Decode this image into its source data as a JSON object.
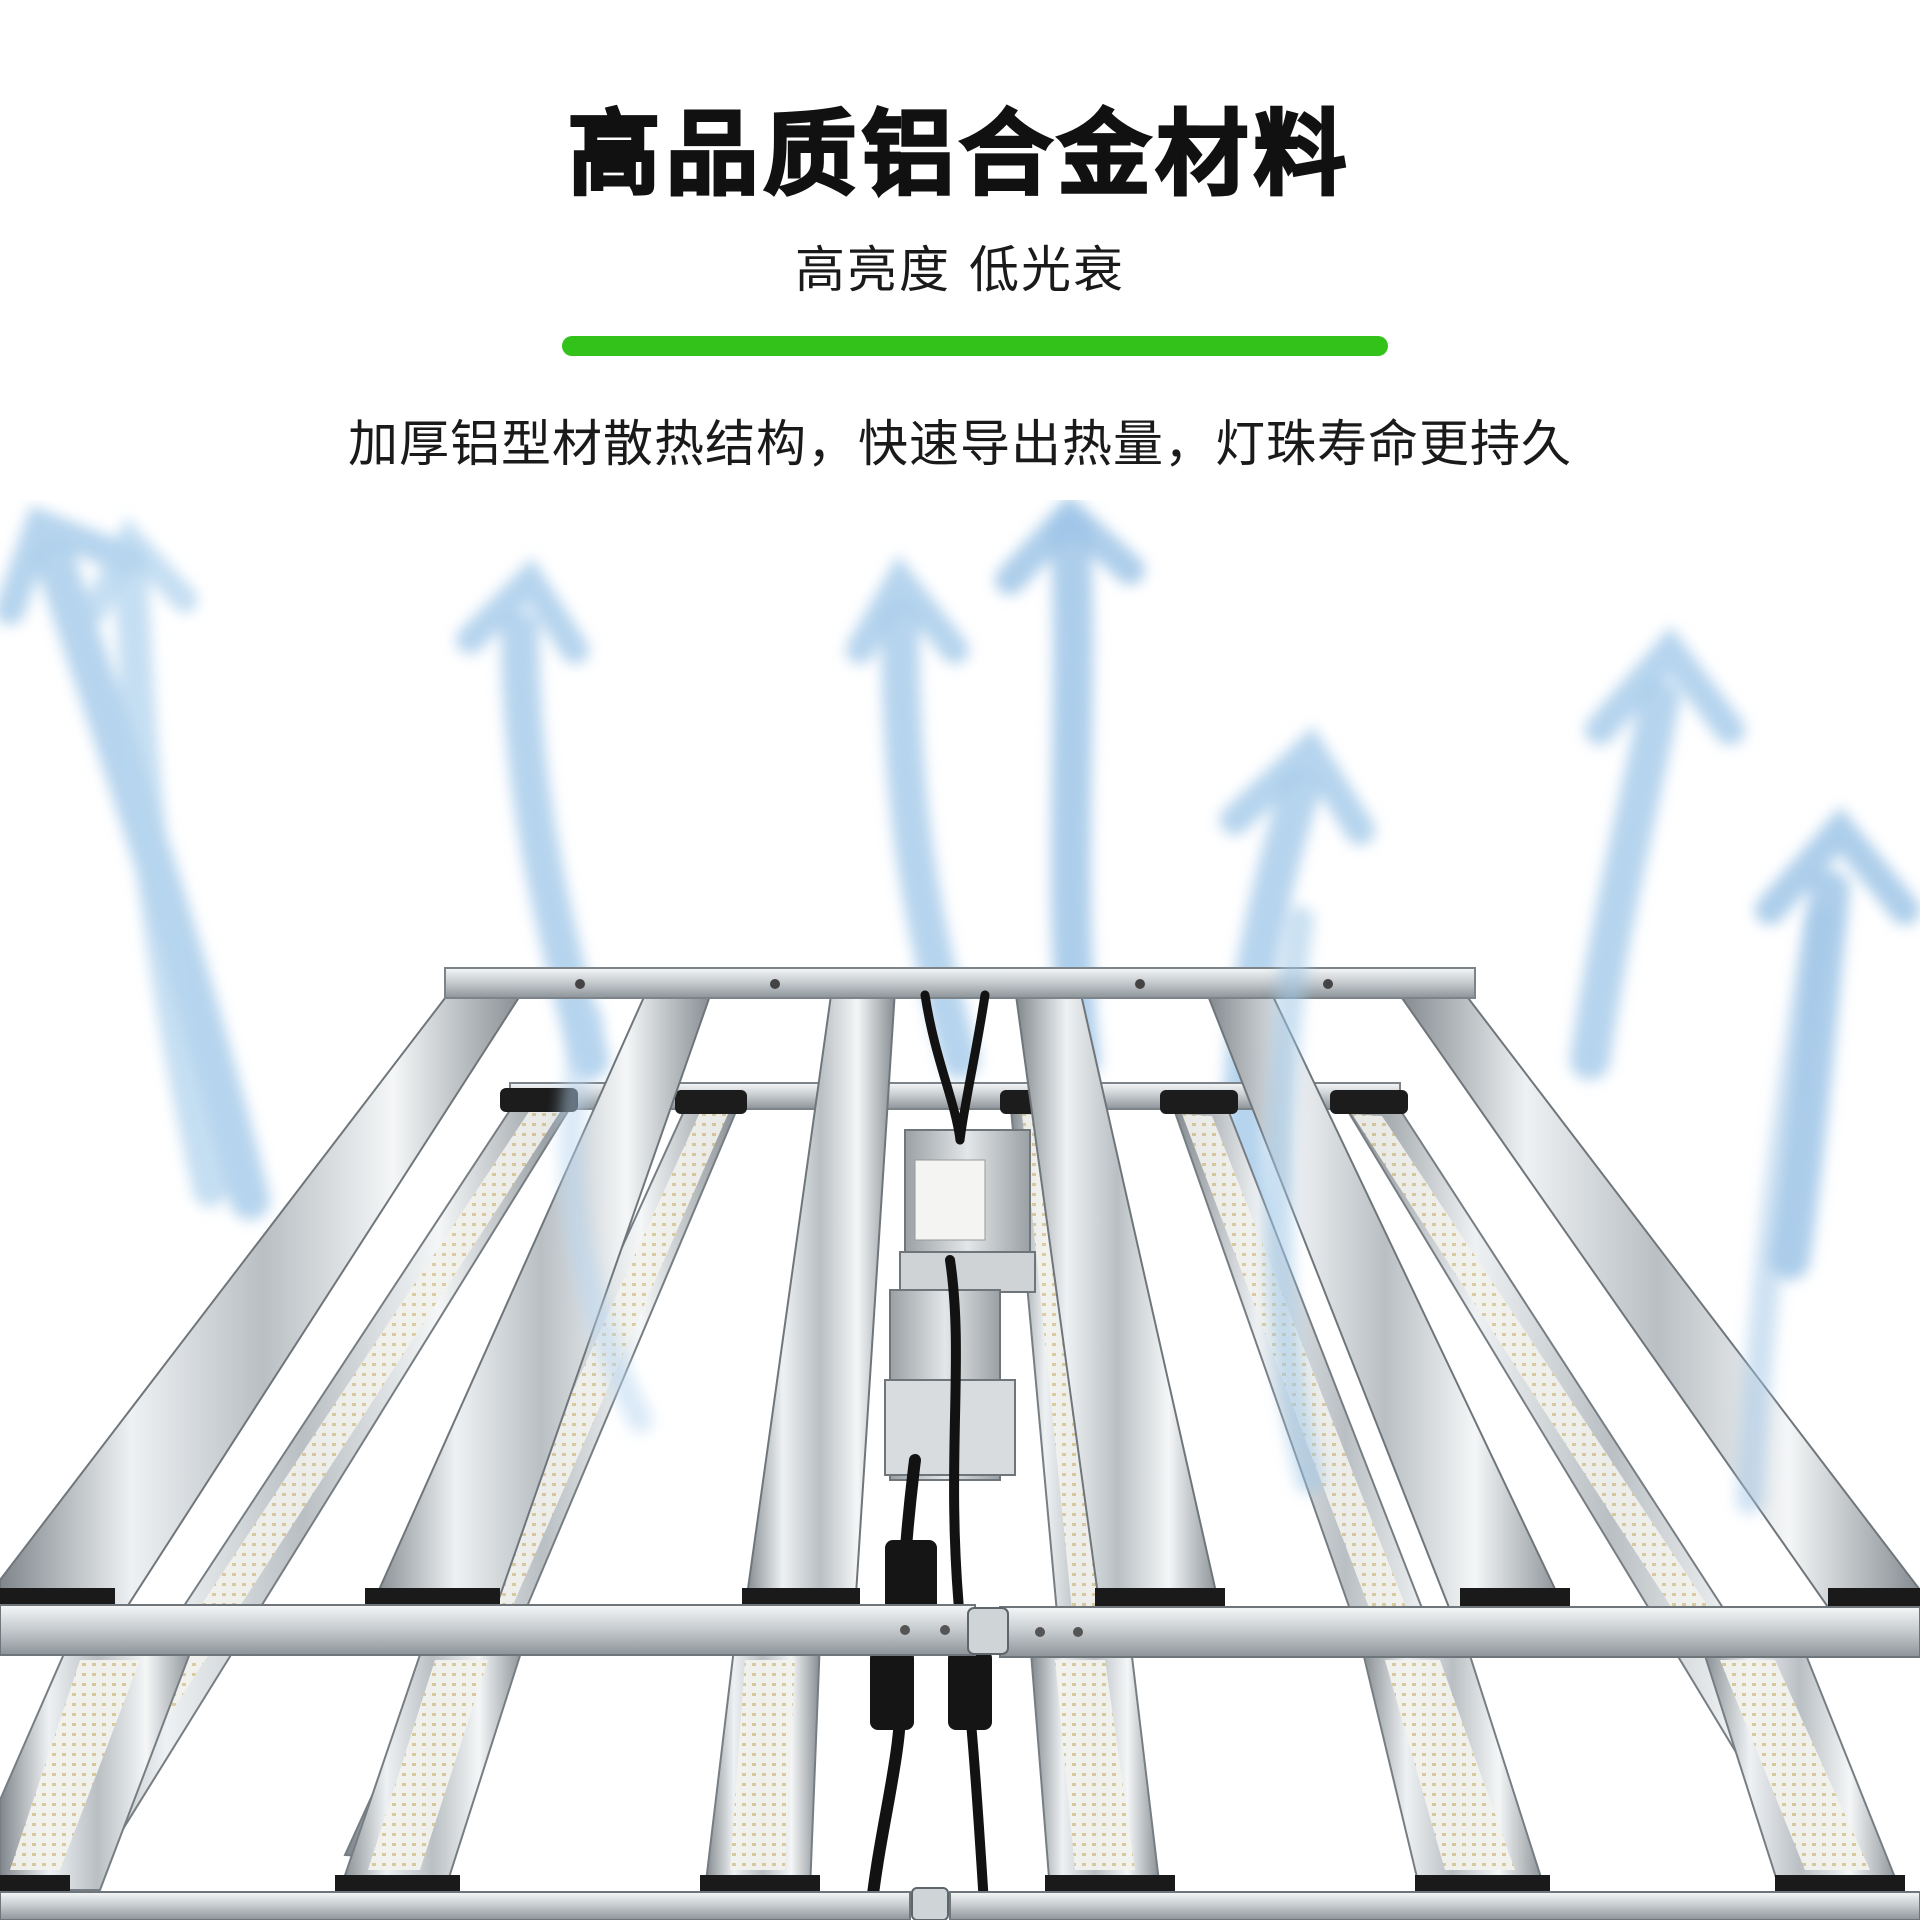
{
  "header": {
    "title": "高品质铝合金材料",
    "subtitle": "高亮度 低光衰",
    "description": "加厚铝型材散热结构，快速导出热量，灯珠寿命更持久"
  },
  "colors": {
    "accent": "#33c21a",
    "aluminum_light": "#e9ecee",
    "aluminum_dark": "#8f969b",
    "end_cap": "#1c1c1c",
    "airflow": "#9fc6e8"
  },
  "icons": [
    "airflow-arrow-icon"
  ]
}
